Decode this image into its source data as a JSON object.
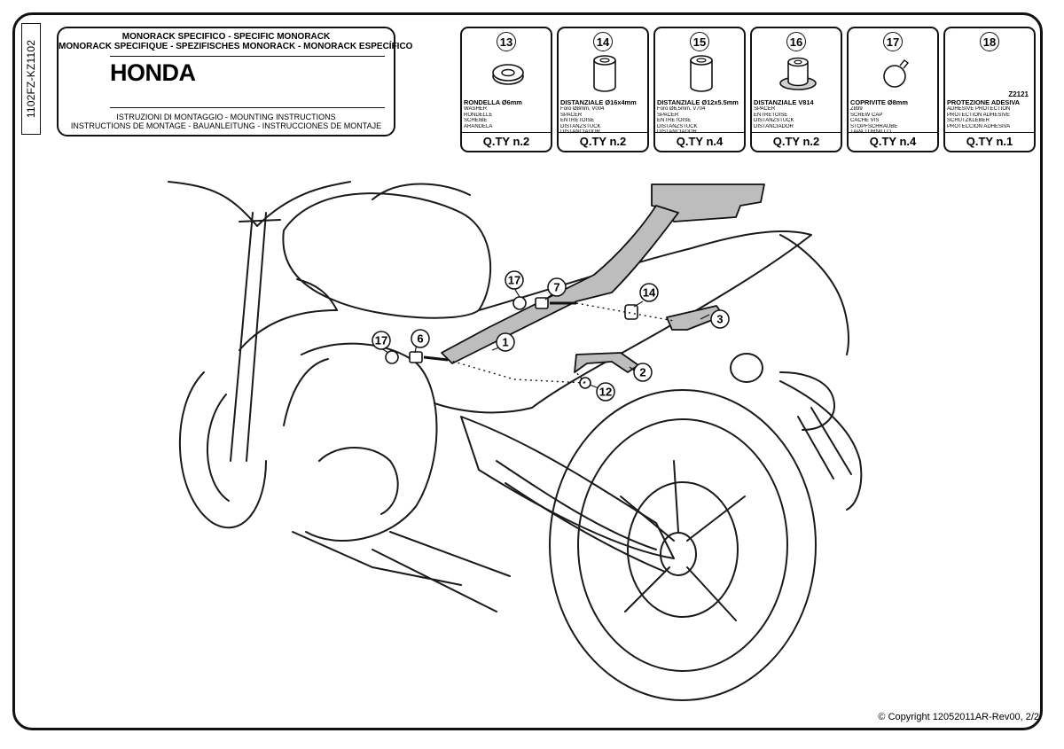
{
  "sheet": {
    "side_code": "1102FZ-KZ1102",
    "title_lines": [
      "MONORACK SPECIFICO  -  SPECIFIC MONORACK",
      "MONORACK SPECIFIQUE - SPEZIFISCHES MONORACK - MONORACK ESPECÍFICO"
    ],
    "brand": "HONDA",
    "instruction_lines": [
      "ISTRUZIONI DI MONTAGGIO  -  MOUNTING INSTRUCTIONS",
      "INSTRUCTIONS DE MONTAGE - BAUANLEITUNG - INSTRUCCIONES DE MONTAJE"
    ],
    "copyright": "© Copyright 12052011AR-Rev00, 2/2"
  },
  "parts": [
    {
      "number": "13",
      "icon": "washer-icon",
      "code": "",
      "name": "RONDELLA Ø6mm",
      "sub": [
        "WASHER",
        "RONDELLE",
        "SCHEIBE",
        "ARANDELA"
      ],
      "qty": "Q.TY n.2"
    },
    {
      "number": "14",
      "icon": "spacer-icon",
      "code": "",
      "name": "DISTANZIALE Ø16x4mm",
      "sub": [
        "Foro Ø8mm, V004",
        "SPACER",
        "ENTRETOISE",
        "DISTANZSTUCK",
        "DISTANCIADOR"
      ],
      "qty": "Q.TY n.2"
    },
    {
      "number": "15",
      "icon": "spacer-icon",
      "code": "",
      "name": "DISTANZIALE Ø12x5.5mm",
      "sub": [
        "Foro Ø6,5mm, V704",
        "SPACER",
        "ENTRETOISE",
        "DISTANZSTUCK",
        "DISTANCIADOR"
      ],
      "qty": "Q.TY n.4"
    },
    {
      "number": "16",
      "icon": "flanged-spacer-icon",
      "code": "",
      "name": "DISTANZIALE V814",
      "sub": [
        "SPACER",
        "ENTRETOISE",
        "DISTANZSTUCK",
        "DISTANCIADOR"
      ],
      "qty": "Q.TY n.2"
    },
    {
      "number": "17",
      "icon": "screw-cap-icon",
      "code": "",
      "name": "COPRIVITE Ø8mm",
      "sub": [
        "Z899",
        "SCREW CAP",
        "CACHE VIS",
        "STOPFSCHRAUBE",
        "TAPA TORNILLO"
      ],
      "qty": "Q.TY n.4"
    },
    {
      "number": "18",
      "icon": "none",
      "code": "Z2121",
      "name": "PROTEZIONE ADESIVA",
      "sub": [
        "ADHESIVE PROTECTION",
        "PROTECTION ADHESIVE",
        "SCHUTZKLEBER",
        "PROTECCIÓN ADHESIVA"
      ],
      "qty": "Q.TY n.1"
    }
  ],
  "callouts": [
    "17",
    "7",
    "14",
    "3",
    "17",
    "6",
    "1",
    "2",
    "12"
  ]
}
